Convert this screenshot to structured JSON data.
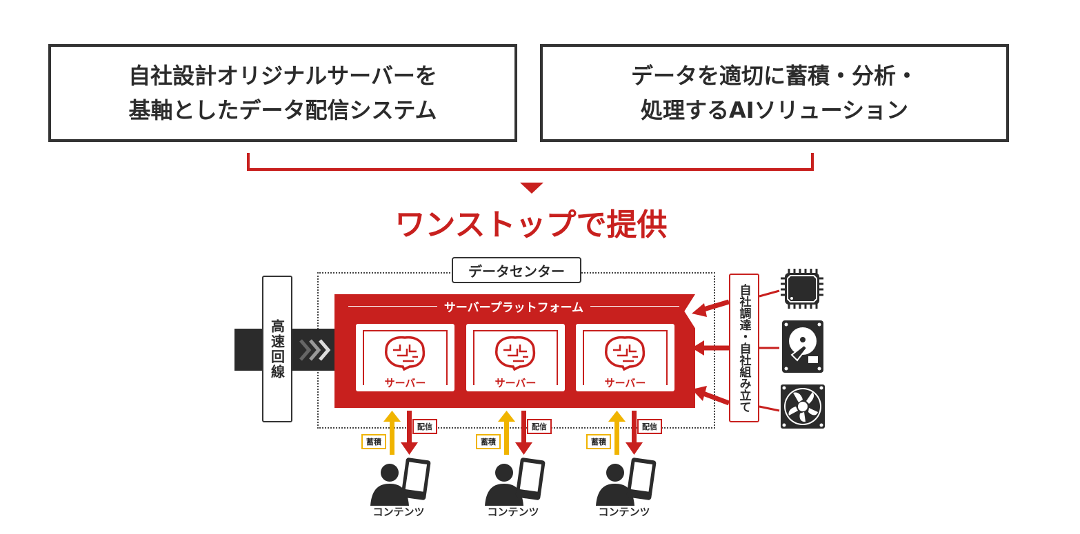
{
  "top_boxes": [
    {
      "line1": "自社設計オリジナルサーバーを",
      "line2": "基軸としたデータ配信システム"
    },
    {
      "line1": "データを適切に蓄積・分析・",
      "line2": "処理するAIソリューション"
    }
  ],
  "headline": "ワンストップで提供",
  "datacenter_label": "データセンター",
  "high_speed_line": "高速回線",
  "platform_title": "サーバープラットフォーム",
  "servers": [
    {
      "label": "サーバー"
    },
    {
      "label": "サーバー"
    },
    {
      "label": "サーバー"
    }
  ],
  "flows": [
    {
      "store": "蓄積",
      "deliver": "配信",
      "content": "コンテンツ"
    },
    {
      "store": "蓄積",
      "deliver": "配信",
      "content": "コンテンツ"
    },
    {
      "store": "蓄積",
      "deliver": "配信",
      "content": "コンテンツ"
    }
  ],
  "procurement_label": "自社調達・自社組み立て",
  "hardware_icons": [
    "cpu-chip-icon",
    "hard-disk-icon",
    "cooling-fan-icon"
  ],
  "colors": {
    "accent": "#c8201e",
    "dark": "#2b2b2b",
    "yellow": "#f0b400"
  }
}
